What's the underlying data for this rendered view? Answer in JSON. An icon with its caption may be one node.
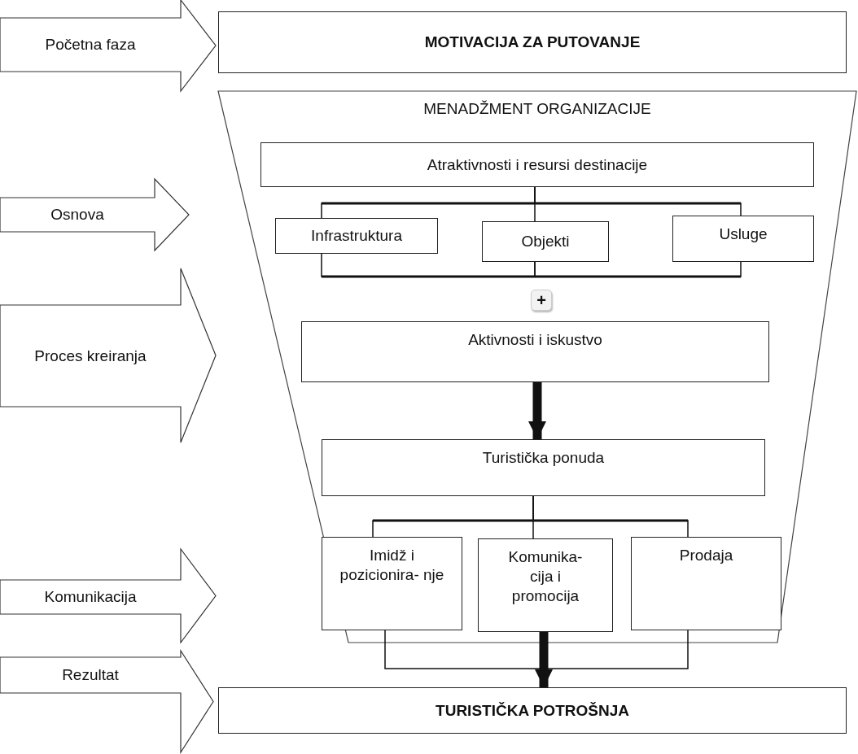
{
  "diagram": {
    "nodes": [
      {
        "text": [
          "Početna faza"
        ]
      },
      {
        "text": [
          "MOTIVACIJA ZA PUTOVANJE"
        ]
      },
      {
        "text": [
          "MENADŽMENT ORGANIZACIJE"
        ]
      },
      {
        "text": [
          "Atraktivnosti i resursi destinacije"
        ],
        "in": 2
      },
      {
        "text": [
          "Osnova"
        ]
      },
      {
        "text": [
          "Infrastruktura"
        ],
        "in": 2
      },
      {
        "text": [
          "Objekti"
        ],
        "in": 2
      },
      {
        "text": [
          "Usluge"
        ],
        "in": 2
      },
      {
        "text": [
          "Proces kreiranja"
        ]
      },
      {
        "text": [
          "+"
        ],
        "in": 2
      },
      {
        "text": [
          "Aktivnosti i iskustvo"
        ],
        "in": 2
      },
      {
        "text": [
          "Turistička ponuda"
        ],
        "in": 2
      },
      {
        "text": [
          "Komunikacija"
        ]
      },
      {
        "text": [
          "Imidž i pozicionira- nje"
        ],
        "in": 2
      },
      {
        "text": [
          "Komunika- cija i promocija"
        ],
        "in": 2
      },
      {
        "text": [
          "Prodaja"
        ],
        "in": 2
      },
      {
        "text": [
          "Rezultat"
        ]
      },
      {
        "text": [
          "TURISTIČKA POTROŠNJA"
        ]
      }
    ],
    "edges": [
      {
        "from": 3,
        "to": 5,
        "arrow": "none"
      },
      {
        "from": 3,
        "to": 6,
        "arrow": "none"
      },
      {
        "from": 3,
        "to": 7,
        "arrow": "none"
      },
      {
        "from": 5,
        "to": 6,
        "arrow": "none"
      },
      {
        "from": 6,
        "to": 7,
        "arrow": "none"
      },
      {
        "from": 10,
        "to": 11,
        "arrow": "to",
        "style": "thick"
      },
      {
        "from": 11,
        "to": 13,
        "arrow": "none"
      },
      {
        "from": 11,
        "to": 14,
        "arrow": "none"
      },
      {
        "from": 11,
        "to": 15,
        "arrow": "none"
      },
      {
        "from": 13,
        "to": 17,
        "arrow": "to"
      },
      {
        "from": 14,
        "to": 17,
        "arrow": "to",
        "style": "thick"
      },
      {
        "from": 15,
        "to": 17,
        "arrow": "to"
      }
    ]
  }
}
